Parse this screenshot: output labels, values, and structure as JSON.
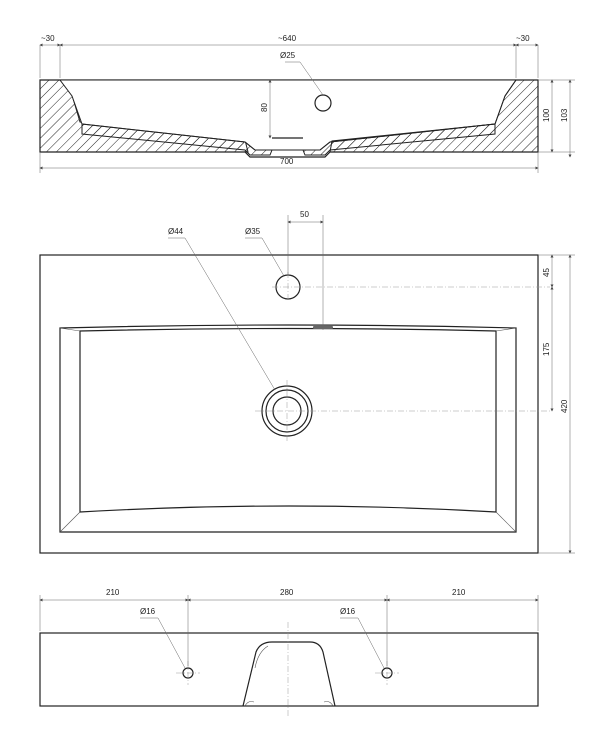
{
  "section_view": {
    "dim_left": "~30",
    "dim_top": "~640",
    "dim_right": "~30",
    "dim_hole": "Ø25",
    "dim_depth": "80",
    "dim_inner_height": "100",
    "dim_total_height": "103",
    "dim_width": "700"
  },
  "top_view": {
    "dim_offset": "50",
    "dim_drain": "Ø44",
    "dim_tap_hole": "Ø35",
    "dim_tap_from_top": "45",
    "dim_drain_from_tap": "175",
    "dim_depth": "420"
  },
  "back_view": {
    "dim_left": "210",
    "dim_middle": "280",
    "dim_right": "210",
    "dim_hole_left": "Ø16",
    "dim_hole_right": "Ø16"
  }
}
